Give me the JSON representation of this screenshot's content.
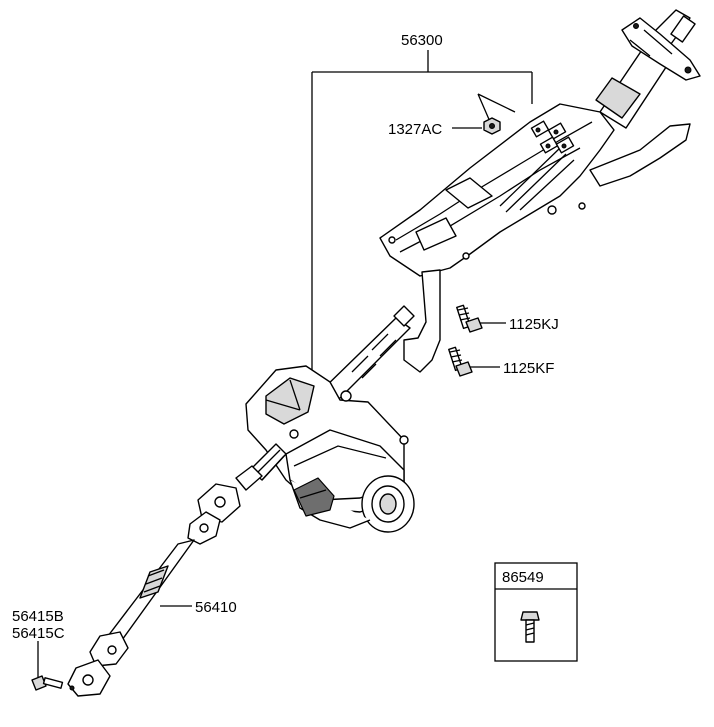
{
  "parts": {
    "column_assembly": "56300",
    "nut": "1327AC",
    "bolt_a": "1125KJ",
    "bolt_b": "1125KF",
    "intermediate_shaft": "56410",
    "joint_bolt_1": "56415B",
    "joint_bolt_2": "56415C",
    "boxed_bolt": "86549"
  }
}
